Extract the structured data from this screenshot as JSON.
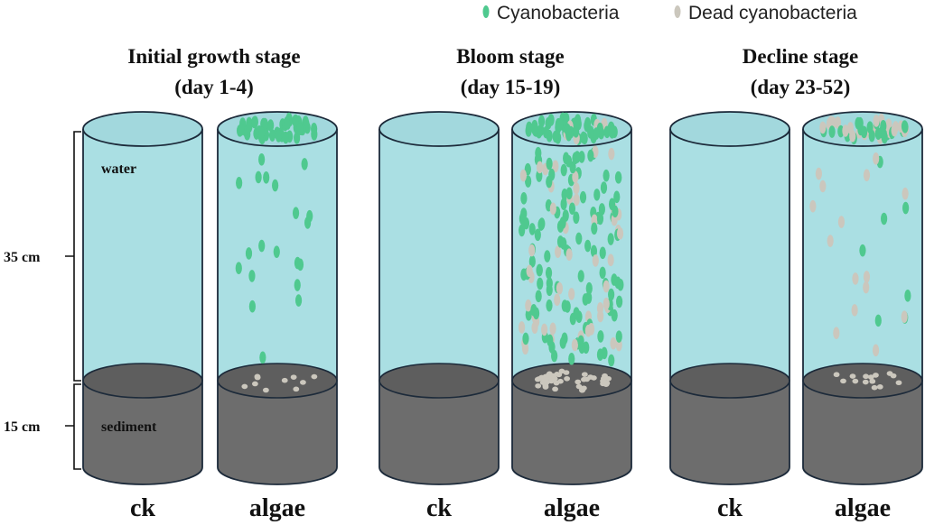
{
  "legend": {
    "live": "Cyanobacteria",
    "dead": "Dead cyanobacteria",
    "live_color": "#4fc98f",
    "dead_color": "#cbc7bd"
  },
  "colors": {
    "water": "#aadfe3",
    "water_top": "#a2d8dd",
    "sediment": "#6d6d6d",
    "sediment_top": "#5e5e5e",
    "outline": "#1c2a3a"
  },
  "stages": [
    {
      "title_line1": "Initial growth stage",
      "title_line2": "(day 1-4)"
    },
    {
      "title_line1": "Bloom stage",
      "title_line2": "(day 15-19)"
    },
    {
      "title_line1": "Decline stage",
      "title_line2": "(day 23-52)"
    }
  ],
  "columns": [
    {
      "label": "ck"
    },
    {
      "label": "algae"
    },
    {
      "label": "ck"
    },
    {
      "label": "algae"
    },
    {
      "label": "ck"
    },
    {
      "label": "algae"
    }
  ],
  "labels": {
    "water": "water",
    "sediment": "sediment",
    "depth_water": "35 cm",
    "depth_sediment": "15 cm"
  }
}
